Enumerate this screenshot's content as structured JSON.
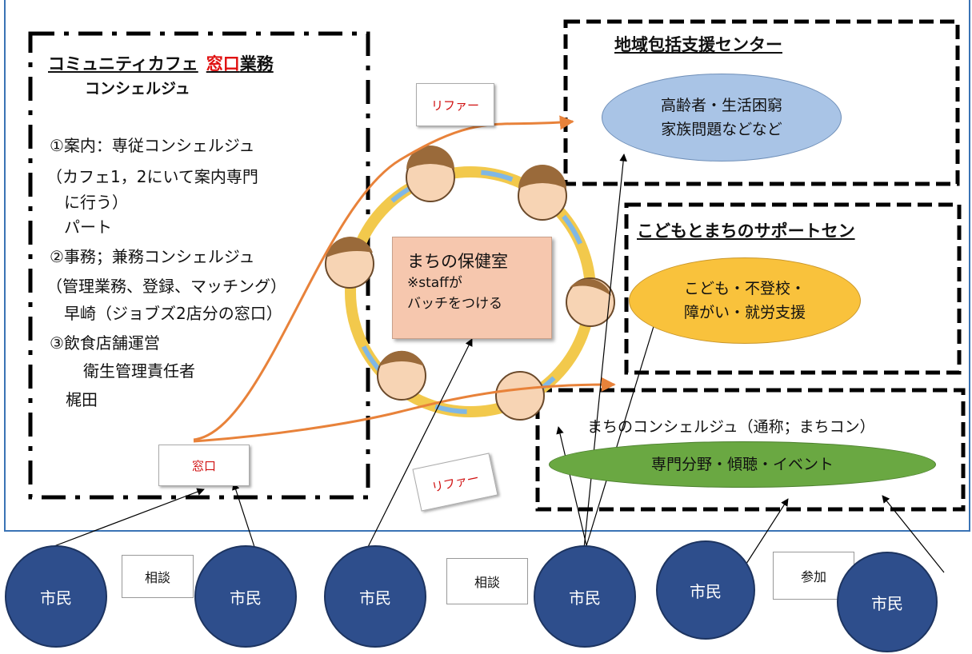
{
  "left_panel": {
    "title_prefix": "コミュニティカフェ",
    "title_highlight": "窓口",
    "title_suffix": "業務",
    "subtitle": "コンシェルジュ",
    "lines": [
      "①案内：専従コンシェルジュ",
      "（カフェ1，2にいて案内専門",
      "に行う）",
      "パート",
      "②事務；兼務コンシェルジュ",
      "（管理業務、登録、マッチング）",
      "早崎（ジョブズ2店分の窓口）",
      "③飲食店舗運営",
      "衛生管理責任者",
      "梶田"
    ],
    "window_tag": "窓口"
  },
  "center": {
    "health_room_title": "まちの保健室",
    "health_room_line2": "※staffが",
    "health_room_line3": "バッチをつける",
    "refer_top": "リファー",
    "refer_bottom": "リファー"
  },
  "right_boxes": {
    "box1_title": "地域包括支援センター",
    "box1_line1": "高齢者・生活困窮",
    "box1_line2": "家族問題などなど",
    "box2_title": "こどもとまちのサポートセン",
    "box2_line1": "こども・不登校・",
    "box2_line2": "障がい・就労支援",
    "box3_title": "まちのコンシェルジュ（通称；まちコン）",
    "box3_line1": "専門分野・傾聴・イベント"
  },
  "bottom": {
    "citizens": [
      "市民",
      "市民",
      "市民",
      "市民",
      "市民",
      "市民"
    ],
    "consult_1": "相談",
    "consult_2": "相談",
    "participate": "参加"
  },
  "colors": {
    "frame_blue": "#3a73b5",
    "citizen_fill": "#2e4e8c",
    "ellipse_blue": "#a9c4e6",
    "ellipse_yellow": "#f9c23c",
    "ellipse_green": "#6aa842",
    "health_room_fill": "#f6c7ae",
    "arrow_orange": "#e8823a",
    "accent_red": "#e01010"
  }
}
